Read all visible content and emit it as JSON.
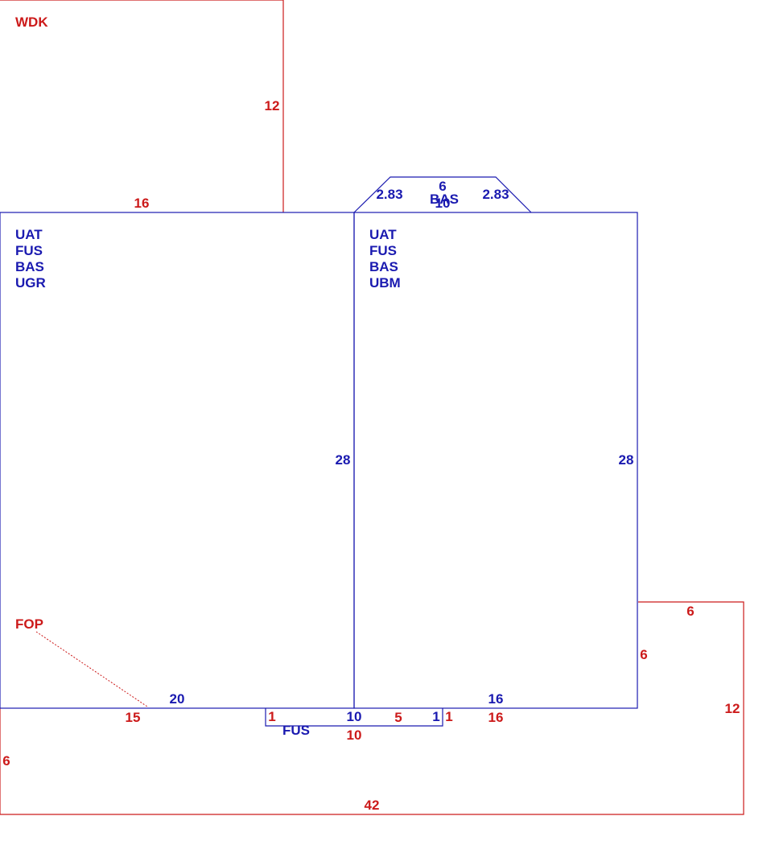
{
  "colors": {
    "blue": "#1a1ab0",
    "red": "#cc1a1a",
    "background": "#ffffff"
  },
  "areas": {
    "wdk": {
      "code": "WDK"
    },
    "west": {
      "codes": [
        "UAT",
        "FUS",
        "BAS",
        "UGR"
      ]
    },
    "east": {
      "codes": [
        "UAT",
        "FUS",
        "BAS",
        "UBM"
      ]
    },
    "bay": {
      "code": "BAS"
    },
    "fus_small": {
      "code": "FUS"
    },
    "fop": {
      "code": "FOP"
    }
  },
  "dimensions": {
    "wdk_side": "12",
    "wdk_bottom": "16",
    "bay_top": "6",
    "bay_base": "10",
    "bay_left": "2.83",
    "bay_right": "2.83",
    "west_right": "28",
    "east_right": "28",
    "west_bottom": "20",
    "east_bottom": "16",
    "fus_top": "10",
    "fus_left": "1",
    "fus_right": "1",
    "fus_bottom_red": "10",
    "fus_mid_red": "5",
    "fus_right_red": "1",
    "porch_bottom_left": "15",
    "porch_bottom_right": "16",
    "porch_left": "6",
    "porch_total": "42",
    "porch_right": "12",
    "porch_ext_top": "6",
    "porch_ext_side": "6"
  }
}
